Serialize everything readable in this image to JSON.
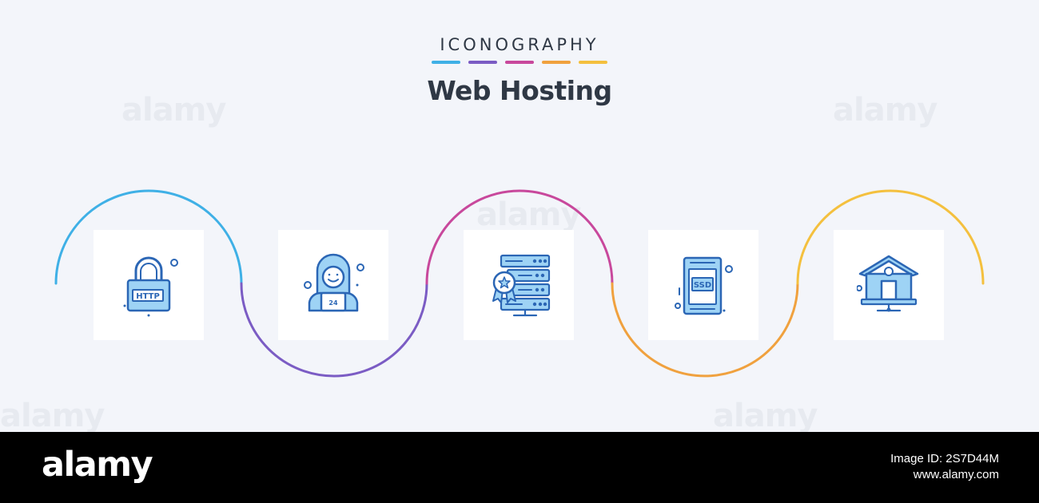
{
  "header": {
    "brand": "ICONOGRAPHY",
    "title": "Web Hosting"
  },
  "color_bars": [
    "#3fb0e6",
    "#7b5cc4",
    "#c8489c",
    "#f0a13e",
    "#f4c03e"
  ],
  "curve_colors": [
    "#3fb0e6",
    "#7b5cc4",
    "#c8489c",
    "#f0a13e",
    "#f4c03e"
  ],
  "icon_colors": {
    "fill": "#9ed3f5",
    "stroke": "#2b66b5"
  },
  "icons": [
    {
      "name": "http-lock-icon",
      "label": "HTTP"
    },
    {
      "name": "support-agent-icon",
      "label": "24"
    },
    {
      "name": "server-award-icon"
    },
    {
      "name": "ssd-drive-icon",
      "label": "SSD"
    },
    {
      "name": "home-network-icon"
    }
  ],
  "watermark": {
    "text": "alamy"
  },
  "footer": {
    "logo": "alamy",
    "image_id": "Image ID: 2S7D44M",
    "site": "www.alamy.com"
  }
}
